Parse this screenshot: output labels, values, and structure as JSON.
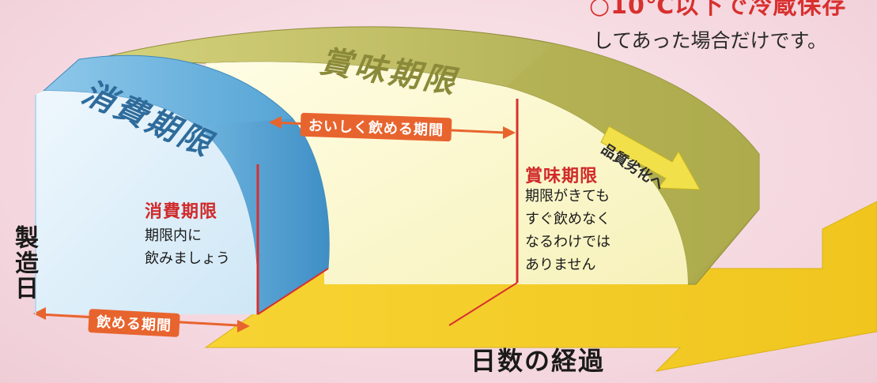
{
  "header": {
    "top_line": "○10℃以下で冷蔵保存",
    "sub_line": "してあった場合だけです。"
  },
  "bands": {
    "best_before": "賞味期限",
    "consume_by": "消費期限"
  },
  "arrows": {
    "tasty_period": "おいしく飲める期間",
    "drinkable_period": "飲める期間",
    "quality_degrade": "品質劣化へ"
  },
  "notes": {
    "consume_title": "消費期限",
    "consume_body": "期限内に\n飲みましょう",
    "best_title": "賞味期限",
    "best_body": "期限がきても\nすぐ飲めなく\nなるわけでは\nありません"
  },
  "axis": {
    "y_label": "製造日",
    "x_label": "日数の経過"
  },
  "colors": {
    "background": "#f4d6de",
    "accent_red": "#d8302f",
    "pill_orange": "#e8642e",
    "olive": "#b9b95a",
    "blue": "#5aa7d6",
    "cream": "#fbf8cf",
    "yellow_arrow": "#f2cf2a"
  }
}
